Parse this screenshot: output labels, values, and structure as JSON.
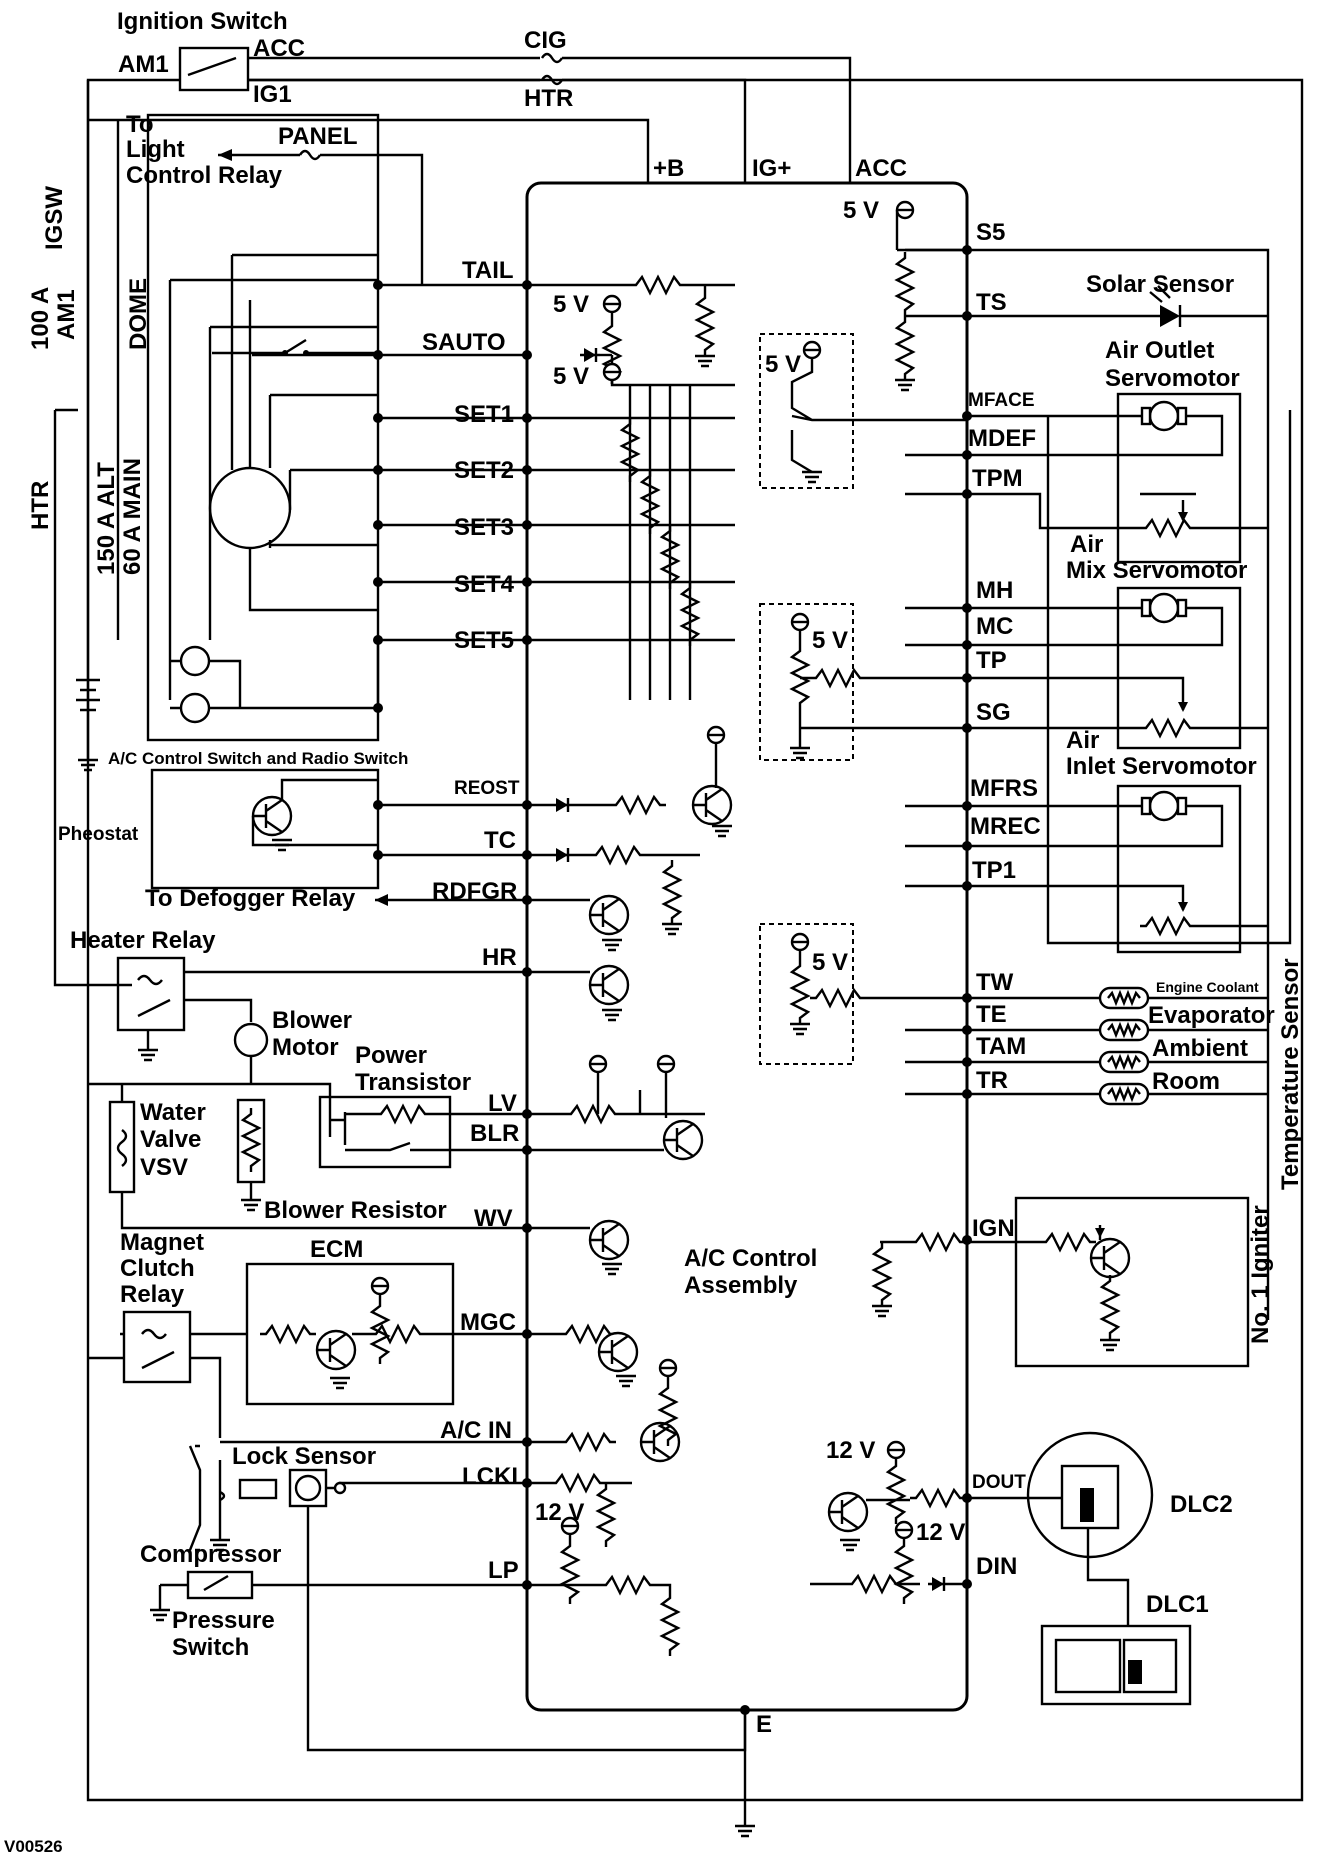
{
  "diagram": {
    "ref": "V00526",
    "top": {
      "ignition_switch": "Ignition Switch",
      "am1": "AM1",
      "acc": "ACC",
      "ig1": "IG1",
      "cig": "CIG",
      "htr": "HTR",
      "panel": "PANEL",
      "to_light": [
        "To",
        "Light",
        "Control Relay"
      ]
    },
    "fuses": {
      "igsw": "IGSW",
      "am1_100a": [
        "100 A",
        "AM1"
      ],
      "dome": "DOME",
      "htr": "HTR",
      "alt_main": [
        "150 A ALT",
        "60 A MAIN"
      ]
    },
    "ecu": {
      "title": [
        "A/C Control",
        "Assembly"
      ],
      "top_pins": [
        "+B",
        "IG+",
        "ACC"
      ],
      "left_pins": [
        "TAIL",
        "SAUTO",
        "SET1",
        "SET2",
        "SET3",
        "SET4",
        "SET5",
        "REOST",
        "TC",
        "RDFGR",
        "HR",
        "LV",
        "BLR",
        "WV",
        "MGC",
        "A/C IN",
        "LCKI",
        "LP"
      ],
      "right_pins": [
        "S5",
        "TS",
        "MFACE",
        "MDEF",
        "TPM",
        "MH",
        "MC",
        "TP",
        "SG",
        "MFRS",
        "MREC",
        "TP1",
        "TW",
        "TE",
        "TAM",
        "TR",
        "IGN",
        "DOUT",
        "DIN"
      ],
      "ground_pin": "E",
      "voltages": [
        "5 V",
        "12 V"
      ]
    },
    "left_components": {
      "switch_assembly": "A/C Control Switch and Radio Switch",
      "rheostat": "Pheostat",
      "defogger": "To Defogger Relay",
      "heater_relay": "Heater Relay",
      "blower_motor": [
        "Blower",
        "Motor"
      ],
      "power_transistor": [
        "Power",
        "Transistor"
      ],
      "water_valve": [
        "Water",
        "Valve",
        "VSV"
      ],
      "blower_resistor": "Blower Resistor",
      "magnet_clutch_relay": [
        "Magnet",
        "Clutch",
        "Relay"
      ],
      "ecm": "ECM",
      "lock_sensor": "Lock Sensor",
      "compressor": "Compressor",
      "pressure_switch": [
        "Pressure",
        "Switch"
      ]
    },
    "right_components": {
      "solar_sensor": "Solar Sensor",
      "air_outlet": [
        "Air Outlet",
        "Servomotor"
      ],
      "air_mix": [
        "Air",
        "Mix Servomotor"
      ],
      "air_inlet": [
        "Air",
        "Inlet Servomotor"
      ],
      "temp_sensor": "Temperature Sensor",
      "temp_items": [
        "Engine Coolant",
        "Evaporator",
        "Ambient",
        "Room"
      ],
      "igniter": "No. 1 Igniter",
      "dlc2": "DLC2",
      "dlc1": "DLC1"
    }
  }
}
